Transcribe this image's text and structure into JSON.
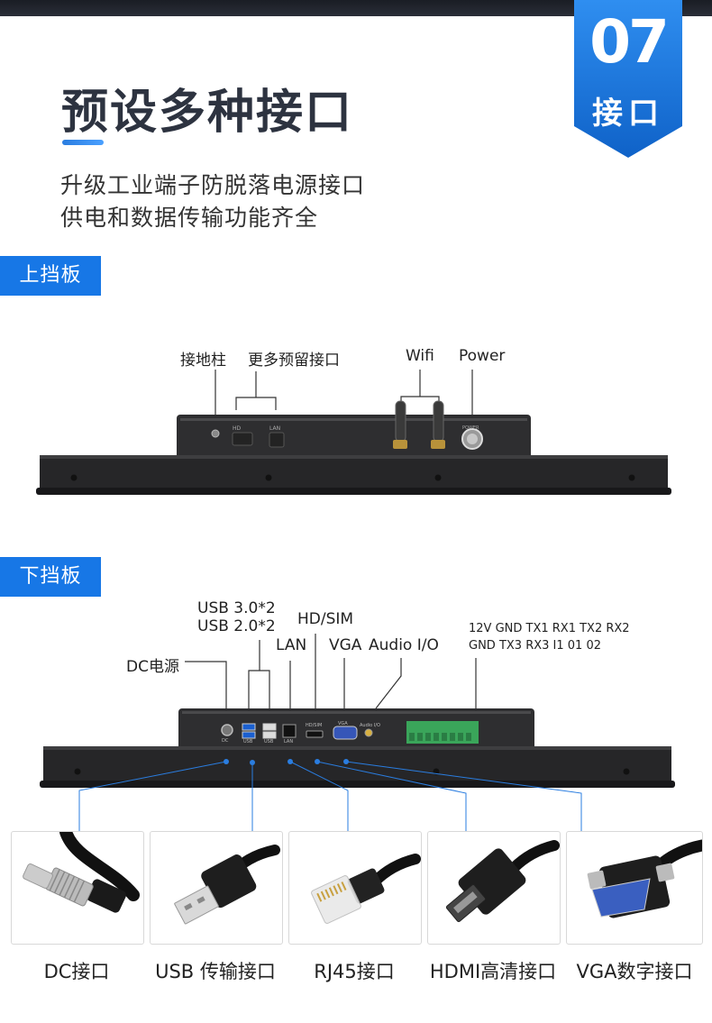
{
  "badge": {
    "number": "07",
    "label": "接口"
  },
  "header": {
    "title": "预设多种接口",
    "line1": "升级工业端子防脱落电源接口",
    "line2": "供电和数据传输功能齐全"
  },
  "top_panel": {
    "tab": "上挡板",
    "labels": {
      "ground": "接地柱",
      "reserved": "更多预留接口",
      "wifi": "Wifi",
      "power": "Power"
    },
    "port_texts": {
      "hd": "HD",
      "lan": "LAN",
      "power": "POWER"
    }
  },
  "bottom_panel": {
    "tab": "下挡板",
    "labels": {
      "usb3": "USB 3.0*2",
      "usb2": "USB 2.0*2",
      "hdsim": "HD/SIM",
      "lan": "LAN",
      "vga": "VGA",
      "audio": "Audio I/O",
      "dc": "DC电源",
      "terminal1": "12V GND TX1 RX1 TX2 RX2",
      "terminal2": "GND TX3 RX3 I1 01 02"
    },
    "port_texts": {
      "dc": "DC",
      "usb1": "USB",
      "usb2": "USB",
      "lan": "LAN",
      "hdsim": "HD/SIM",
      "vga": "VGA",
      "audio": "Audio I/O"
    }
  },
  "connectors": [
    {
      "caption": "DC接口",
      "icon": "dc-plug"
    },
    {
      "caption": "USB 传输接口",
      "icon": "usb-plug"
    },
    {
      "caption": "RJ45接口",
      "icon": "rj45-plug"
    },
    {
      "caption": "HDMI高清接口",
      "icon": "hdmi-plug"
    },
    {
      "caption": "VGA数字接口",
      "icon": "vga-plug"
    }
  ],
  "colors": {
    "accent": "#1777e6",
    "title": "#2d3340",
    "device": "#2b2b2b"
  }
}
